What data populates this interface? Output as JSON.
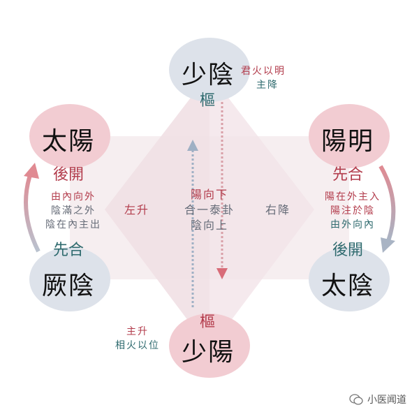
{
  "nodes": {
    "shaoyin": "少陰",
    "taiyang": "太陽",
    "yangming": "陽明",
    "jueyin": "厥陰",
    "taiyin": "太陰",
    "shaoyang": "少陽"
  },
  "top_note": [
    "君火以明",
    "主降"
  ],
  "top_pivot": "樞",
  "bottom_pivot": "樞",
  "bottom_note": [
    "主升",
    "相火以位"
  ],
  "taiyang_label": "後開",
  "jueyin_label": "先合",
  "yangming_label": "先合",
  "taiyin_label": "後開",
  "left_note": [
    "由內向外",
    "陰滿之外",
    "陰在內主出"
  ],
  "right_note": [
    "陽在外主入",
    "陽注於陰",
    "由外向內"
  ],
  "left_rise": "左升",
  "right_descend": "右降",
  "center": [
    "陽向下",
    "合一泰卦",
    "陰向上"
  ],
  "watermark": "小医闻道"
}
